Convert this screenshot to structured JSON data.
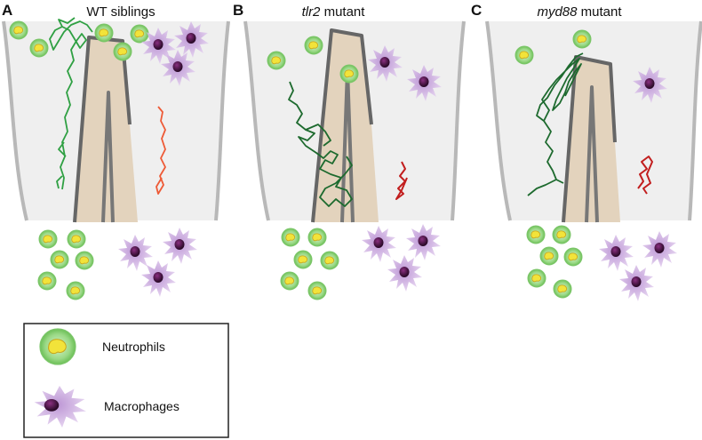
{
  "panels": [
    {
      "letter": "A",
      "title_italic": "",
      "title_rest": "WT siblings"
    },
    {
      "letter": "B",
      "title_italic": "tlr2",
      "title_rest": " mutant"
    },
    {
      "letter": "C",
      "title_italic": "myd88",
      "title_rest": " mutant"
    }
  ],
  "legend": {
    "neutrophils_label": "Neutrophils",
    "macrophages_label": "Macrophages"
  },
  "colors": {
    "tissue_bg": "#efefef",
    "tissue_edge": "#b8b8b8",
    "wound_fill": "#e3d3bd",
    "wound_edge": "#666666",
    "neutrophil_outer": "#8cd07a",
    "neutrophil_core": "#f1e23a",
    "macrophage_body": "#c6a6dd",
    "macrophage_nucleus": "#4a1545",
    "track_neutrophil_wt": "#2fa043",
    "track_neutrophil_mut": "#1d6a2e",
    "track_macrophage_wt": "#ee5a36",
    "track_macrophage_mut": "#c21e1e"
  }
}
